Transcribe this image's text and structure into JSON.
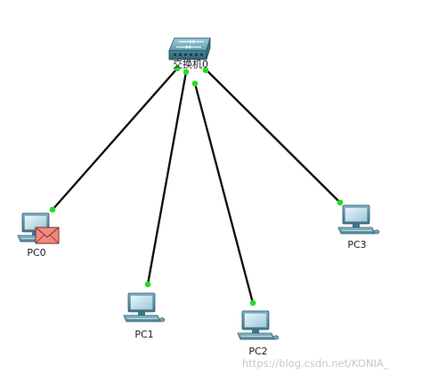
{
  "topology": {
    "switch": {
      "label": "交换机0",
      "icon": "switch-icon"
    },
    "hosts": [
      {
        "id": "pc0",
        "label": "PC0",
        "icon": "pc-icon",
        "has_pdu": true
      },
      {
        "id": "pc1",
        "label": "PC1",
        "icon": "pc-icon",
        "has_pdu": false
      },
      {
        "id": "pc2",
        "label": "PC2",
        "icon": "pc-icon",
        "has_pdu": false
      },
      {
        "id": "pc3",
        "label": "PC3",
        "icon": "pc-icon",
        "has_pdu": false
      }
    ],
    "link_status_color": "#22dd22",
    "link_color": "#111111",
    "pdu_color": "#f08a80"
  },
  "watermark": "https://blog.csdn.net/KONIA_"
}
